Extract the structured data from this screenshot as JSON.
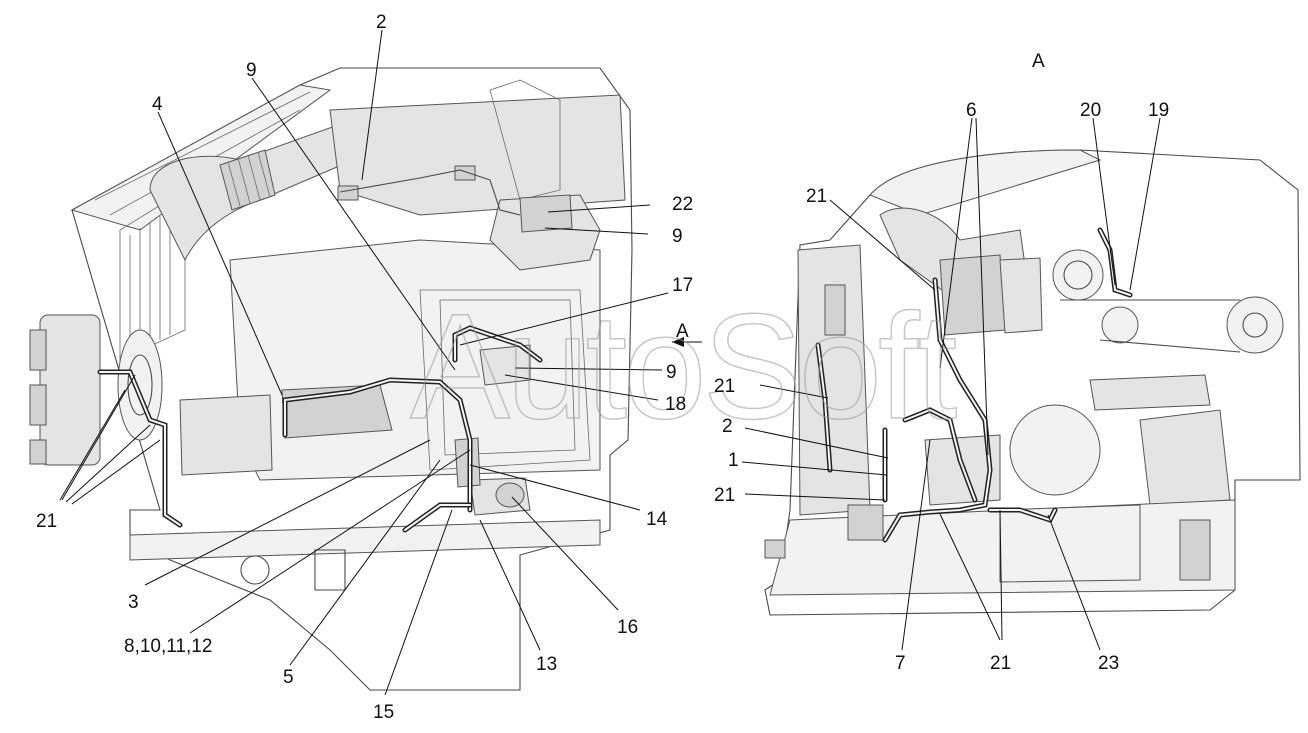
{
  "view_label": "A",
  "arrow_label": "A",
  "watermark": "AutoSoft",
  "left_labels": [
    "2",
    "9",
    "4",
    "22",
    "9",
    "17",
    "9",
    "18",
    "14",
    "16",
    "13",
    "15",
    "5",
    "8,10,11,12",
    "3",
    "21"
  ],
  "right_labels": [
    "6",
    "20",
    "19",
    "21",
    "21",
    "2",
    "1",
    "21",
    "7",
    "21",
    "23"
  ]
}
